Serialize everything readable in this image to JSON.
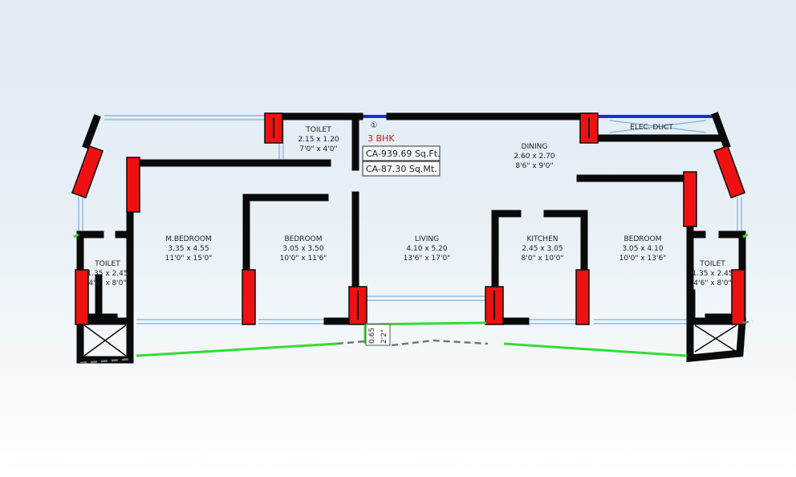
{
  "plan": {
    "flat_type": "3 BHK",
    "marker": "①",
    "carpet_area_sqft": "CA-939.69  Sq.Ft.",
    "carpet_area_sqmt": "CA-87.30  Sq.Mt.",
    "opening_dims": [
      "0.65",
      "2'2\""
    ],
    "rooms": [
      {
        "name": "TOILET",
        "size_m": "2.15 x 1.20",
        "size_ft": "7'0\" x 4'0\""
      },
      {
        "name": "DINING",
        "size_m": "2.60 x 2.70",
        "size_ft": "8'6\" x 9'0\""
      },
      {
        "name": "ELEC. DUCT"
      },
      {
        "name": "M.BEDROOM",
        "size_m": "3.35 x 4.55",
        "size_ft": "11'0\" x 15'0\""
      },
      {
        "name": "BEDROOM",
        "size_m": "3.05 x 3.50",
        "size_ft": "10'0\" x 11'6\""
      },
      {
        "name": "LIVING",
        "size_m": "4.10 x 5.20",
        "size_ft": "13'6\" x 17'0\""
      },
      {
        "name": "KITCHEN",
        "size_m": "2.45 x 3.05",
        "size_ft": "8'0\" x 10'0\""
      },
      {
        "name": "BEDROOM",
        "size_m": "3.05 x 4.10",
        "size_ft": "10'0\" x 13'6\""
      },
      {
        "name": "TOILET",
        "size_m": "1.35 x 2.45",
        "size_ft": "4'6\" x 8'0\""
      },
      {
        "name": "TOILET",
        "size_m": "1.35 x 2.45",
        "size_ft": "4'6\" x 8'0\""
      }
    ]
  },
  "colors": {
    "wall": "#0a0a0a",
    "column": "#ee1111",
    "window": "#7fb0d8",
    "elec_line": "#1a2fcf",
    "balcony": "#33dd33",
    "dashed": "#777777",
    "bhk_text": "#e01010"
  }
}
